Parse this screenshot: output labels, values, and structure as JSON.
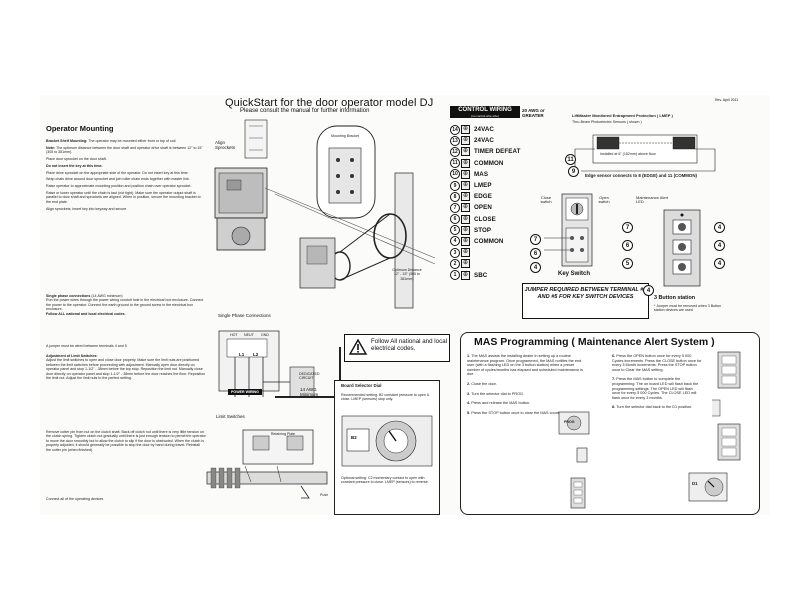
{
  "header": {
    "title": "QuickStart for the door operator model DJ",
    "subtitle": "Please consult the manual for further information",
    "revision": "Rev. April 2011"
  },
  "operator_mounting": {
    "heading": "Operator Mounting",
    "paragraphs": [
      [
        "Bracket Shelf Mounting:",
        " The operator may be mounted either front or top of coil."
      ],
      [
        "Note:",
        " The optimum distance between the door shaft and operator drive shaft is between 12\" to 15\" (305 to 381mm)."
      ],
      [
        "",
        "Place door sprocket on the door shaft."
      ],
      [
        "Do not insert the key at this time.",
        ""
      ],
      [
        "",
        "Place drive sprocket on the appropriate side of the operator. Do not insert key at this time."
      ],
      [
        "",
        "Wrap chain drive around door sprocket and join roller chain ends together with master link."
      ],
      [
        "",
        "Raise operator to approximate mounting position and position chain over operator sprocket."
      ],
      [
        "",
        "Raise or lower operator until the chain is taut (not tight). Make sure the operator output shaft is parallel to door shaft and sprockets are aligned. When in position, secure the mounting bracket to the end plate."
      ],
      [
        "",
        "Align sprockets, insert key into keyway and secure."
      ]
    ],
    "power_heading": "Single phase connections",
    "power_heading_note": " (14 AWG minimum)",
    "power_paragraph": "Run the power wires through the power wiring conduit hole in the electrical box enclosure. Connect the power to the operator. Connect the earth ground to the ground screw in the electrical box enclosure.",
    "power_warning": "Follow ALL national and local electrical codes.",
    "jumper_note": "A jumper must be wired between terminals 4 and 5",
    "limit_heading": "Adjustment of Limit Switches:",
    "limit_paragraph": "Adjust the limit switches to open and close door properly. Make sure the limit nuts are positioned between the limit switches before proceeding with adjustment. Manually open door directly on operator panel and stop 1-1/2\" - 38mm before the top stop. Reposition the limit nut. Manually close door directly on operator panel and stop 1-1/2\" - 38mm before the door reaches the floor. Reposition the limit nut. Adjust the limit nuts to the perfect setting.",
    "clutch_paragraph": "Remove cotter pin from nut on the clutch shaft. Back off clutch nut until there is very little tension on the clutch spring. Tighten clutch nut gradually until there is just enough tension to permit the operator to move the door smoothly but to allow the clutch to slip if the door is obstructed. When the clutch is properly adjusted, it should generally be possible to stop the door by hand during travel. Reinstall the cotter pin (when finished).",
    "footer": "Connect all of the operating devices"
  },
  "diagram_labels": {
    "align_sprockets": "Align Sprockets",
    "mounting_bracket": "Mounting Bracket",
    "optimum_distance": "Optimum Distance 12\" - 15\" (305 to 381mm)",
    "single_phase": "Single Phase Connections",
    "power_wiring": "POWER WIRING",
    "dedicated_circuit": "DEDICATED CIRCUIT",
    "awg": "14 AWG Minimum",
    "hot": "HOT",
    "neut": "NEUT",
    "gnd": "GND",
    "l1": "L1",
    "l2": "L2",
    "limit_switches": "Limit Switches",
    "retaining_plate": "Retaining Plate",
    "push": "Push",
    "follow_codes": "Follow All national and local electrical codes."
  },
  "board_selector": {
    "title": "Board Selector Dial",
    "note1": "Recommended setting. B2 constant pressure to open & close. LMEP (sensors) stop only.",
    "note2": "Optional setting: C2 momentary contact to open with constant pressure to close. LMEP (sensors) to reverse.",
    "dial_label": "B2"
  },
  "control_wiring": {
    "heading": "CONTROL WIRING",
    "heading_sub": "(no control wire size)",
    "awg_note": "20 AWG or GREATER",
    "terminals": [
      {
        "num": "14",
        "label": "24VAC"
      },
      {
        "num": "13",
        "label": "24VAC"
      },
      {
        "num": "12",
        "label": "TIMER DEFEAT"
      },
      {
        "num": "11",
        "label": "COMMON"
      },
      {
        "num": "10",
        "label": "MAS"
      },
      {
        "num": "9",
        "label": "LMEP"
      },
      {
        "num": "8",
        "label": "EDGE"
      },
      {
        "num": "7",
        "label": "OPEN"
      },
      {
        "num": "6",
        "label": "CLOSE"
      },
      {
        "num": "5",
        "label": "STOP"
      },
      {
        "num": "4",
        "label": "COMMON"
      },
      {
        "num": "3",
        "label": ""
      },
      {
        "num": "2",
        "label": ""
      },
      {
        "num": "1",
        "label": "SBC"
      }
    ]
  },
  "lmep": {
    "title": "LiftMaster Monitored Entrapment Protection ( LMEP )",
    "subtitle": "Thru-Beam Photoelectric Sensors ( shown )",
    "installed": "Installed at 6\" (152mm) above floor",
    "edge_note": "Edge sensor connects to 8 (EDGE) and 11 (COMMON)",
    "callouts": [
      "11",
      "9"
    ]
  },
  "key_switch": {
    "close_label": "Close switch",
    "open_label": "Open switch",
    "caption": "Key Switch",
    "callouts": [
      "7",
      "6",
      "4"
    ]
  },
  "three_button": {
    "maintenance_label": "Maintenance Alert LED",
    "caption": "3 Button station",
    "note": "* Jumper must be removed when 3 Button station devices are used",
    "left_callouts": [
      "7",
      "6",
      "5"
    ],
    "right_callouts": [
      "4",
      "4",
      "4"
    ],
    "bottom_callout": "4"
  },
  "jumper_box": {
    "text": "JUMPER REQUIRED BETWEEN TERMINAL #4 AND #5 FOR KEY SWITCH DEVICES"
  },
  "mas": {
    "title": "MAS Programming ( Maintenance Alert System )",
    "steps_left": [
      {
        "n": "1.",
        "text": "The MAS assists the installing dealer in setting up a routine maintenance program. Once programmed, the MAS notifies the end user (with a flashing LED on the 3 button station) when a preset number of cycles/months has elapsed and scheduled maintenance is due."
      },
      {
        "n": "2.",
        "text": "Close the door."
      },
      {
        "n": "3.",
        "text": "Turn the selector dial to PROG."
      },
      {
        "n": "4.",
        "text": "Press and release the MAS button."
      },
      {
        "n": "5.",
        "text": "Press the STOP button once to clear the MAS counter."
      }
    ],
    "steps_right": [
      {
        "n": "6.",
        "text": "Press the OPEN button once for every 5 000 Cycles increments. Press the CLOSE button once for every 3 Month increments. Press the STOP button once to Clear the MAS setting."
      },
      {
        "n": "7.",
        "text": "Press the MAS button to complete the programming. The on board LED will flash back the programming settings. The OPEN LED will flash once for every 5 000 Cycles. The CLOSE LED will flash once for every 3 months."
      },
      {
        "n": "8.",
        "text": "Turn the selector dial back to the D1 position."
      }
    ],
    "dial_labels": [
      "PROG",
      "D1"
    ]
  }
}
